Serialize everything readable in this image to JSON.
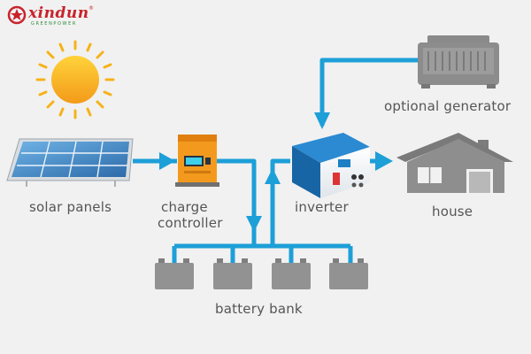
{
  "logo": {
    "name": "xindun",
    "trademark": "®",
    "tagline": "GREENPOWER"
  },
  "labels": {
    "solar_panels": "solar panels",
    "charge_controller_line1": "charge",
    "charge_controller_line2": "controller",
    "inverter": "inverter",
    "house": "house",
    "optional_generator": "optional generator",
    "battery_bank": "battery bank"
  },
  "colors": {
    "background": "#f1f1f1",
    "flow_line": "#1d9fd8",
    "device_gray": "#8c8c8c",
    "battery_gray": "#919191",
    "sun": "#f6b21a",
    "panel_blue": "#4a90c8",
    "controller_orange": "#f39a1e",
    "inverter_blue": "#1d7fc4",
    "text": "#555555",
    "brand_red": "#c8232c",
    "brand_green": "#2a8a3a"
  },
  "components": [
    {
      "name": "solar panels",
      "icon": "solar-panel-icon"
    },
    {
      "name": "charge controller",
      "icon": "charge-controller-icon"
    },
    {
      "name": "inverter",
      "icon": "inverter-icon"
    },
    {
      "name": "house",
      "icon": "house-icon"
    },
    {
      "name": "optional generator",
      "icon": "generator-icon"
    },
    {
      "name": "battery bank",
      "icon": "battery-icon",
      "count": 4
    }
  ]
}
